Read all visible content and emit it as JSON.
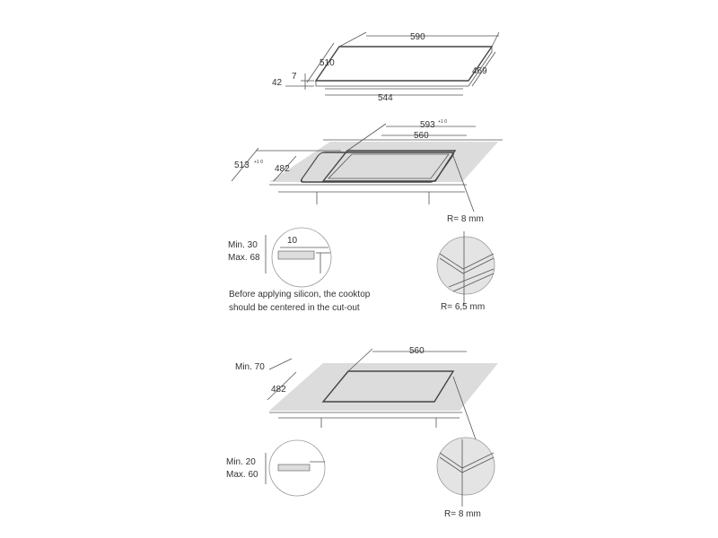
{
  "product_dims": {
    "width": "590",
    "depth": "510",
    "depth_inner": "469",
    "width_inner": "544",
    "glass": "7",
    "height": "42"
  },
  "cutout_1": {
    "outer_width": "593",
    "outer_width_tol": "+1 0",
    "inner_width": "560",
    "outer_depth": "513",
    "outer_depth_tol": "+1 0",
    "inner_depth": "482",
    "radius": "R= 8 mm"
  },
  "detail_1": {
    "min": "Min. 30",
    "max": "Max. 68",
    "gap": "10",
    "radius": "R= 6,5 mm"
  },
  "note": {
    "line1": "Before applying silicon, the cooktop",
    "line2": "should be centered in the cut-out"
  },
  "cutout_2": {
    "front_min": "Min. 70",
    "depth": "482",
    "width": "560"
  },
  "detail_2": {
    "min": "Min. 20",
    "max": "Max. 60",
    "radius": "R= 8 mm"
  }
}
